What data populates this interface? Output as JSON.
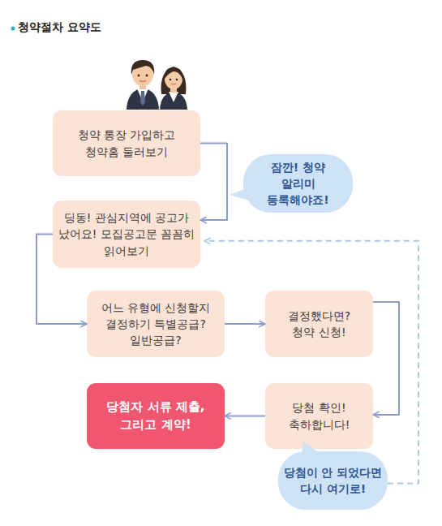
{
  "diagram": {
    "title": "청약절차 요약도",
    "nodes": [
      {
        "text": [
          "청약 통장 가입하고 청약홈 둘러보기"
        ]
      },
      {
        "text": [
          "잠깐! 청약 알리미 등록해야죠!"
        ]
      },
      {
        "text": [
          "딩동! 관심지역에 공고가 났어요! 모집공고문 꼼꼼히 읽어보기"
        ]
      },
      {
        "text": [
          "어느 유형에 신청할지 결정하기 특별공급? 일반공급?"
        ]
      },
      {
        "text": [
          "결정했다면? 청약 신청!"
        ]
      },
      {
        "text": [
          "당첨자 서류 제출, 그리고 계약!"
        ]
      },
      {
        "text": [
          "당첨 확인! 축하합니다!"
        ]
      },
      {
        "text": [
          "당첨이 안 되었다면 다시 여기로!"
        ]
      }
    ],
    "edges": [
      {
        "from": 0,
        "to": 2,
        "arrow": "to"
      },
      {
        "from": 2,
        "to": 3,
        "arrow": "to"
      },
      {
        "from": 3,
        "to": 4,
        "arrow": "to"
      },
      {
        "from": 4,
        "to": 6,
        "arrow": "to"
      },
      {
        "from": 6,
        "to": 5,
        "arrow": "to"
      },
      {
        "from": 7,
        "to": 2,
        "arrow": "to"
      }
    ]
  }
}
